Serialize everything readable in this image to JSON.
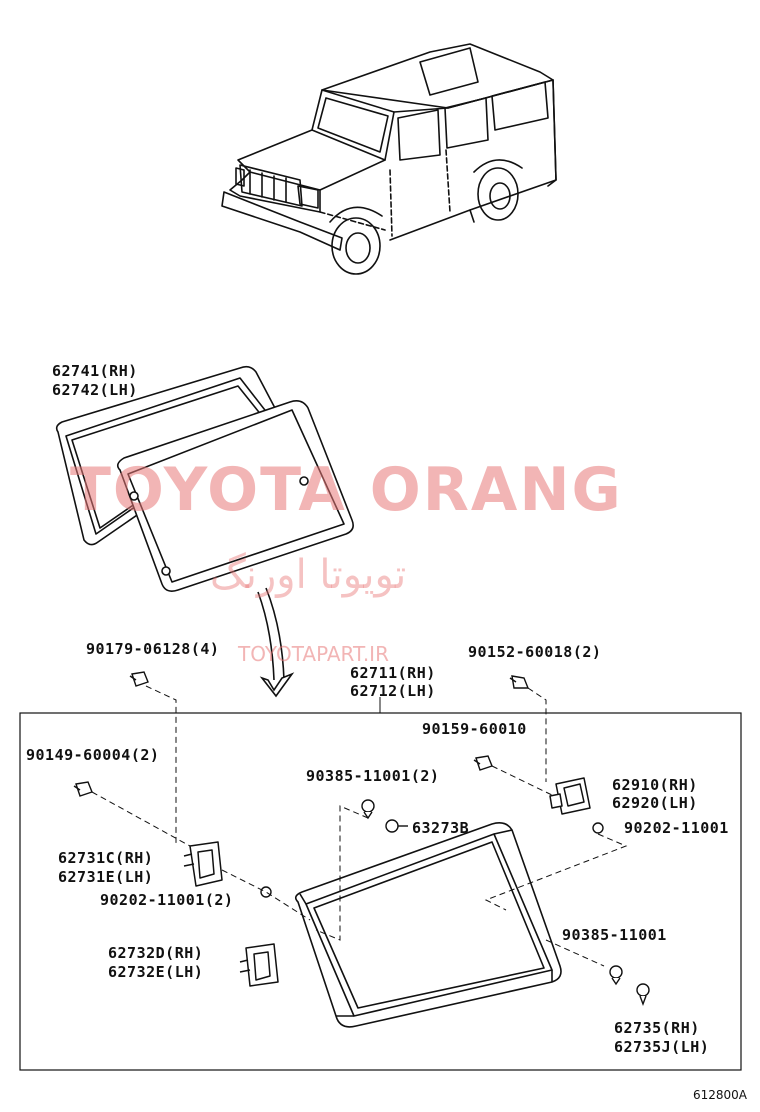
{
  "watermark": {
    "brand": "TOYOTA ORANG",
    "brand_fa": "تویوتا اورنگ",
    "url": "TOYOTAPART.IR"
  },
  "diagram_code": "612800A",
  "labels": {
    "p62741": "62741(RH)",
    "p62742": "62742(LH)",
    "p90179": "90179-06128(4)",
    "p90152": "90152-60018(2)",
    "p62711": "62711(RH)",
    "p62712": "62712(LH)",
    "p90159": "90159-60010",
    "p90149": "90149-60004(2)",
    "p90385a": "90385-11001(2)",
    "p62910": "62910(RH)",
    "p62920": "62920(LH)",
    "p63273": "63273B",
    "p90202b": "90202-11001",
    "p62731c": "62731C(RH)",
    "p62731e": "62731E(LH)",
    "p90202a": "90202-11001(2)",
    "p90385b": "90385-11001",
    "p62732d": "62732D(RH)",
    "p62732e": "62732E(LH)",
    "p62735": "62735(RH)",
    "p62735j": "62735J(LH)"
  }
}
